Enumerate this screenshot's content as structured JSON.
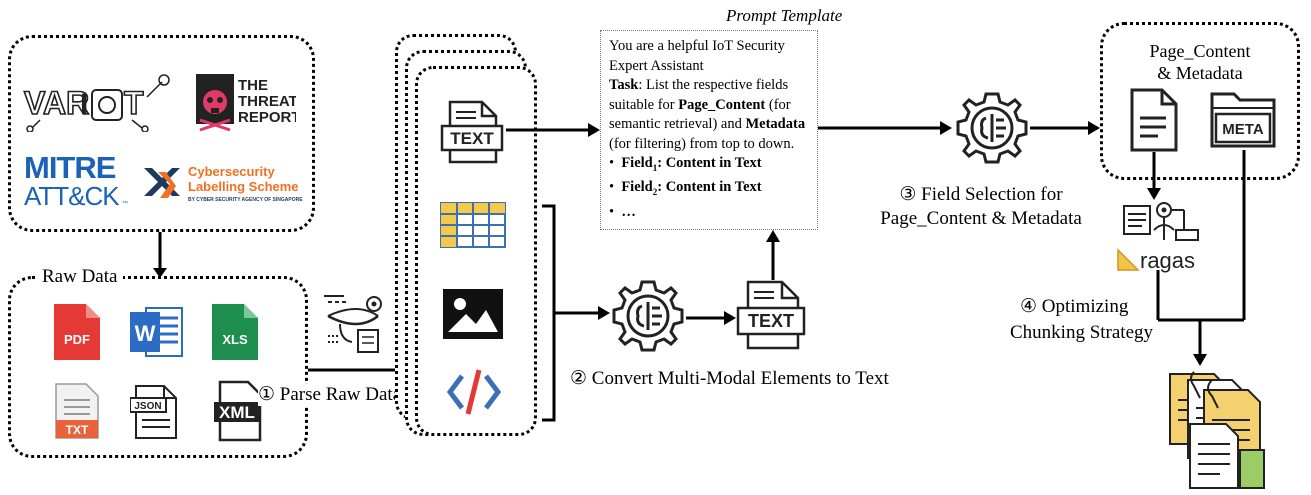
{
  "sources": {
    "logos": [
      {
        "name": "variot-logo",
        "text": "VARIoT"
      },
      {
        "name": "threat-report-logo",
        "text": "THE THREAT REPORT"
      },
      {
        "name": "mitre-attack-logo",
        "text_top": "MITRE",
        "text_bottom": "ATT&CK"
      },
      {
        "name": "cls-logo",
        "line1": "Cybersecurity",
        "line2": "Labelling Scheme",
        "line3": "BY CYBER SECURITY AGENCY OF SINGAPORE"
      }
    ]
  },
  "raw_data": {
    "label": "Raw Data",
    "file_types": [
      "PDF",
      "W",
      "XLS",
      "TXT",
      "JSON",
      "XML"
    ]
  },
  "steps": {
    "step1": "① Parse Raw Data",
    "step2": "② Convert Multi-Modal Elements to Text",
    "step3_line1": "③ Field Selection for",
    "step3_line2": "Page_Content & Metadata",
    "step4_line1": "④ Optimizing",
    "step4_line2": "Chunking Strategy"
  },
  "elements": {
    "text_doc_label": "TEXT",
    "converted_text_label": "TEXT"
  },
  "prompt": {
    "title": "Prompt Template",
    "intro": "You are a helpful IoT Security Expert Assistant",
    "task_label": "Task",
    "task_text_1": ": List the respective fields suitable for ",
    "page_content": "Page_Content",
    "task_text_2": " (for semantic retrieval) and ",
    "metadata": "Metadata",
    "task_text_3": " (for filtering) from top to down.",
    "bullet1_a": "Field",
    "bullet1_sub": "1",
    "bullet1_b": ": Content in Text",
    "bullet2_a": "Field",
    "bullet2_sub": "2",
    "bullet2_b": ": Content in Text",
    "bullet3": "…"
  },
  "output": {
    "title_line1": "Page_Content",
    "title_line2": "& Metadata",
    "meta_label": "META",
    "ragas_label": "ragas"
  },
  "colors": {
    "pdf": "#e53935",
    "word": "#2b6cc4",
    "xls": "#1e8e4e",
    "txt": "#e8623c",
    "mitre_blue": "#1c63b7",
    "mitre_orange": "#f47b20",
    "cls_orange": "#f36f21",
    "table_yellow": "#f7c948",
    "table_blue": "#3b6fb6",
    "code_red": "#e53935",
    "code_blue": "#3b6fb6",
    "paper_yellow": "#f4d06f",
    "paper_green": "#9ccc65"
  }
}
